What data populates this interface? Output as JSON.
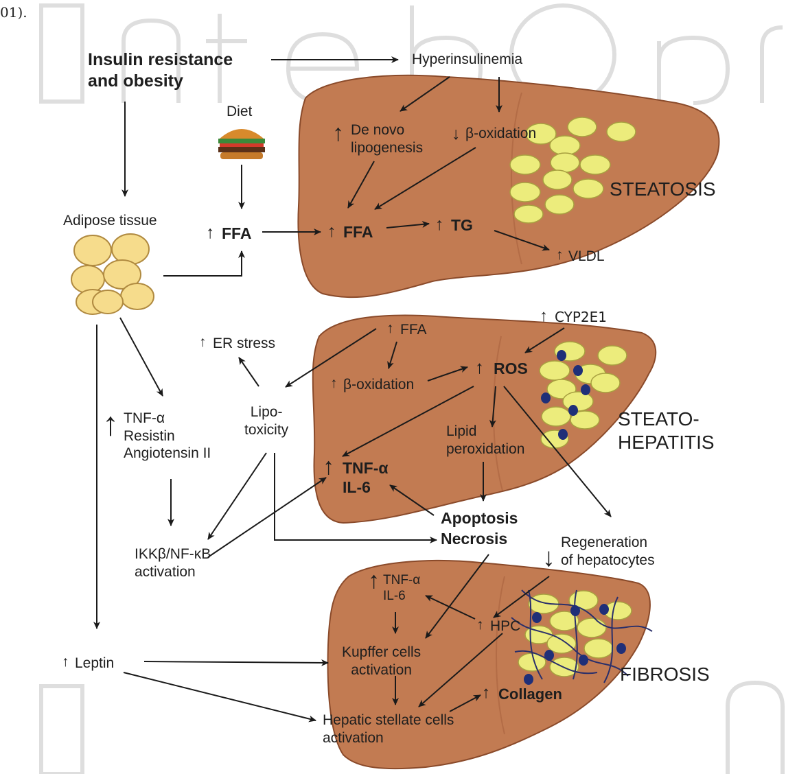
{
  "corner_text": "01).",
  "colors": {
    "liver": "#c27b52",
    "liver_edge": "#8a4a2a",
    "fat": "#ecec7c",
    "fat_edge": "#a8a040",
    "nucleus": "#1f2f78",
    "arrow": "#1a1a1a",
    "adipocyte": "#f6dc8c",
    "watermark": "#d9d9d9"
  },
  "title": {
    "line1": "Insulin resistance",
    "line2": "and obesity"
  },
  "hyperinsulinemia": "Hyperinsulinemia",
  "diet": "Diet",
  "adipose": "Adipose tissue",
  "denovo": {
    "line1": "De novo",
    "line2": "lipogenesis"
  },
  "beta_ox_down": "β-oxidation",
  "ffa_outer": "FFA",
  "ffa_liver": "FFA",
  "tg": "TG",
  "vldl": "VLDL",
  "steatosis": "STEATOSIS",
  "cyp": "CYP2E1",
  "er_stress": "ER stress",
  "ffa_small": "FFA",
  "beta_ox_up": "β-oxidation",
  "ros": "ROS",
  "lipotox": {
    "line1": "Lipo-",
    "line2": "toxicity"
  },
  "steatohep": {
    "line1": "STEATO-",
    "line2": "HEPATITIS"
  },
  "cytokines_adipose": {
    "line1": "TNF-α",
    "line2": "Resistin",
    "line3": "Angiotensin II"
  },
  "lipid_perox": {
    "line1": "Lipid",
    "line2": "peroxidation"
  },
  "tnf_bold": {
    "line1": "TNF-α",
    "line2": "IL-6"
  },
  "apoptosis": {
    "line1": "Apoptosis",
    "line2": "Necrosis"
  },
  "ikk": {
    "line1": "IKKβ/NF-κB",
    "line2": "activation"
  },
  "regeneration": {
    "line1": "Regeneration",
    "line2": "of hepatocytes"
  },
  "tnf_small": {
    "line1": "TNF-α",
    "line2": "IL-6"
  },
  "hpc": "HPC",
  "kupffer": {
    "line1": "Kupffer cells",
    "line2": "activation"
  },
  "leptin": "Leptin",
  "fibrosis": "FIBROSIS",
  "collagen": "Collagen",
  "stellate": {
    "line1": "Hepatic stellate cells",
    "line2": "activation"
  },
  "up": "↑",
  "down": "↓"
}
